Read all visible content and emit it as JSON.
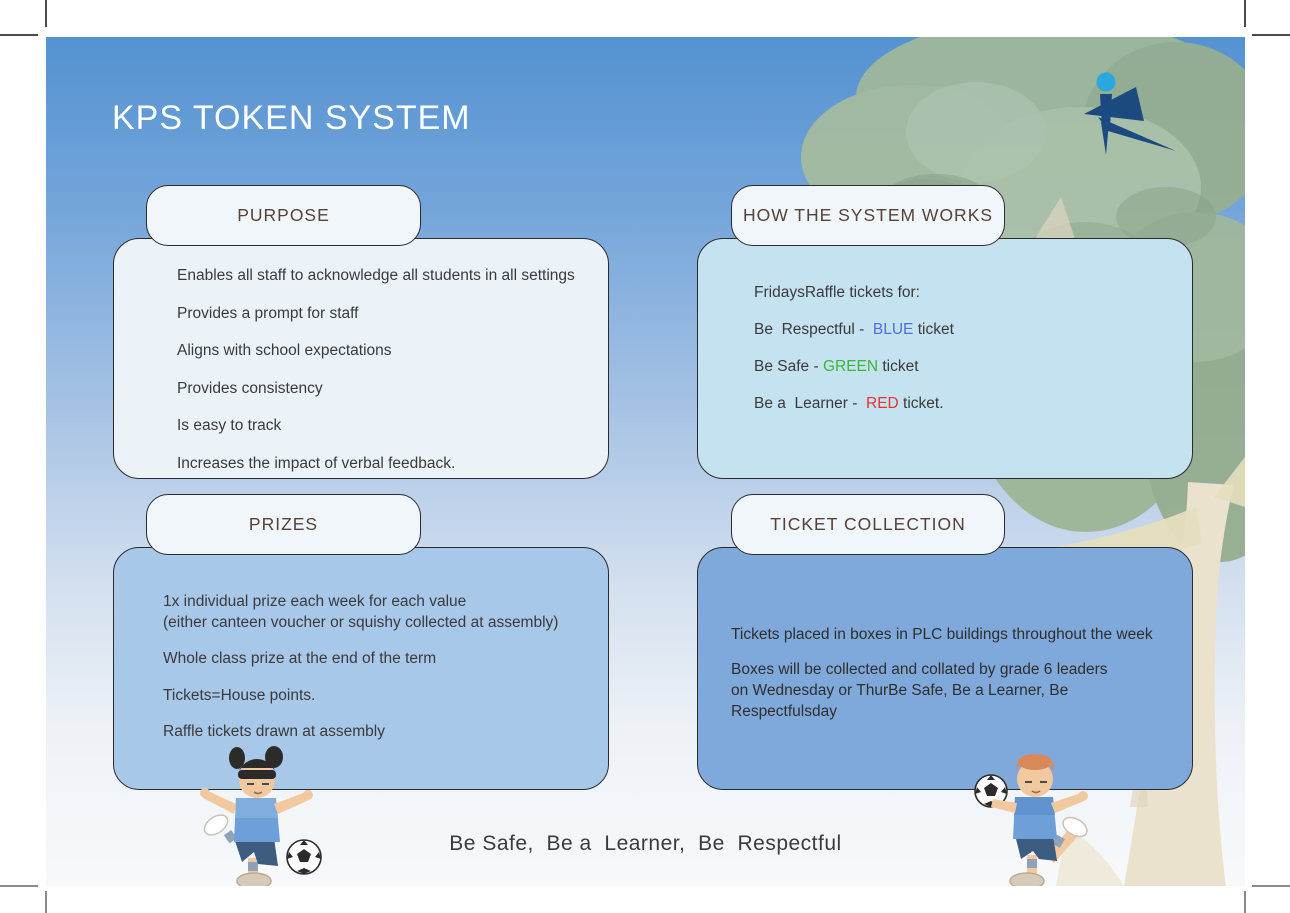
{
  "page": {
    "title": "KPS TOKEN SYSTEM",
    "footer_tagline": "Be Safe,  Be a  Learner,  Be  Respectful"
  },
  "cards": {
    "purpose": {
      "heading": "PURPOSE",
      "fill": "#ecf3f8",
      "items": [
        "Enables all staff to acknowledge all students in all settings",
        "Provides a prompt for staff",
        "Aligns with school expectations",
        "Provides consistency",
        "Is easy to track",
        "Increases the impact of verbal feedback."
      ]
    },
    "how": {
      "heading": "HOW THE SYSTEM WORKS",
      "fill": "#c5e2f0",
      "intro": "FridaysRaffle tickets for:",
      "lines": [
        {
          "prefix": "Be  Respectful -  ",
          "word": "BLUE",
          "suffix": " ticket",
          "color": "#4f6fd8"
        },
        {
          "prefix": "Be Safe - ",
          "word": "GREEN",
          "suffix": " ticket",
          "color": "#3cb53a"
        },
        {
          "prefix": "Be a  Learner -  ",
          "word": "RED",
          "suffix": " ticket.",
          "color": "#e8332d"
        }
      ]
    },
    "prizes": {
      "heading": "PRIZES",
      "fill": "#a8c8e9",
      "items": [
        "1x individual prize each week for each value\n(either canteen voucher or squishy collected at assembly)",
        "Whole class prize at the end of the term",
        "Tickets=House points.",
        "Raffle tickets drawn at assembly"
      ]
    },
    "collection": {
      "heading": "TICKET COLLECTION",
      "fill": "#7fa9da",
      "items": [
        "Tickets placed in boxes in PLC buildings throughout the week",
        "Boxes will be collected and collated by grade 6 leaders\non Wednesday or ThurBe Safe, Be a Learner, Be Respectfulsday"
      ]
    }
  },
  "colors": {
    "ticket_blue": "#4f6fd8",
    "ticket_green": "#3cb53a",
    "ticket_red": "#e8332d",
    "heading_text": "#55423a",
    "logo_navy": "#1b4a81",
    "logo_cyan": "#2aa7dd",
    "foliage_green": "#9fb598",
    "trunk_beige": "#eae2cd"
  }
}
